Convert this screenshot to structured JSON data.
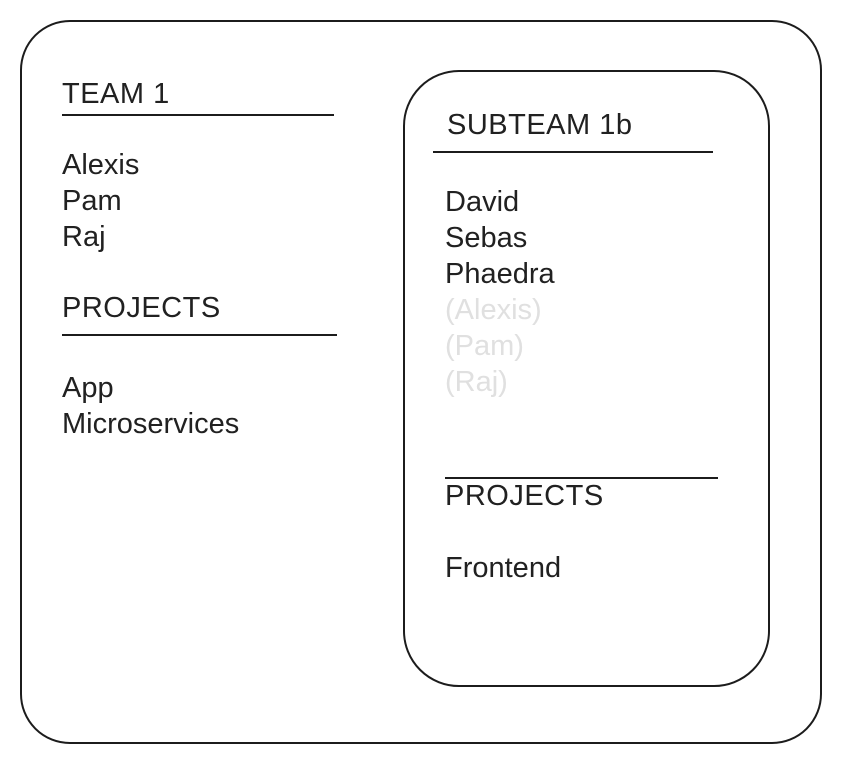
{
  "colors": {
    "background": "#ffffff",
    "border": "#1c1c1c",
    "text": "#212121",
    "muted_text": "#e0e0e0"
  },
  "team": {
    "title": "TEAM 1",
    "members": [
      "Alexis",
      "Pam",
      "Raj"
    ],
    "projects_title": "PROJECTS",
    "projects": [
      "App",
      "Microservices"
    ]
  },
  "subteam": {
    "title": "SUBTEAM 1b",
    "members": [
      "David",
      "Sebas",
      "Phaedra"
    ],
    "inherited_members": [
      "(Alexis)",
      "(Pam)",
      "(Raj)"
    ],
    "projects_title": "PROJECTS",
    "projects": [
      "Frontend"
    ]
  }
}
